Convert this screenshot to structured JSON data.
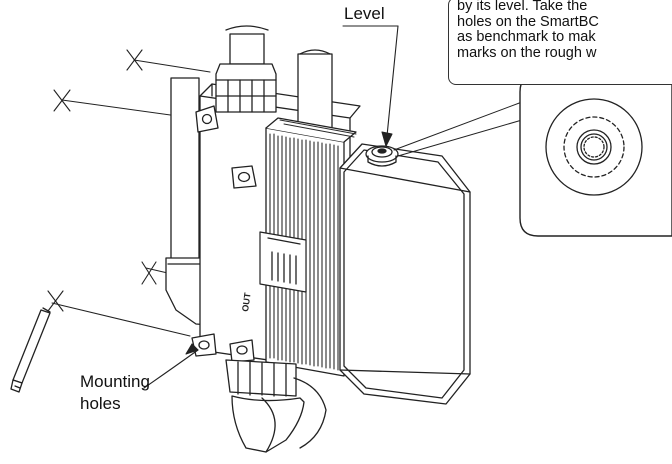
{
  "labels": {
    "level": "Level",
    "mounting_line1": "Mounting",
    "mounting_line2": "holes",
    "side_mark": "OUT"
  },
  "note": {
    "lines": [
      "by its level. Take the",
      "holes on the SmartBC",
      "as benchmark to mak",
      "marks on the rough w"
    ]
  },
  "colors": {
    "line": "#222222",
    "fill": "#ffffff",
    "band": "#2a2a2a"
  }
}
